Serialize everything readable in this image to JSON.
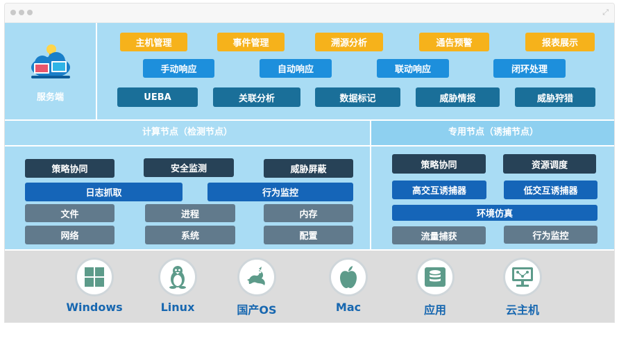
{
  "server": {
    "label": "服务端",
    "row1": [
      "主机管理",
      "事件管理",
      "溯源分析",
      "通告预警",
      "报表展示"
    ],
    "row2": [
      "手动响应",
      "自动响应",
      "联动响应",
      "闭环处理"
    ],
    "row3": [
      "UEBA",
      "关联分析",
      "数据标记",
      "威胁情报",
      "威胁狩猎"
    ]
  },
  "compute_node": {
    "title": "计算节点（检测节点）",
    "row1": [
      "策略协同",
      "安全监测",
      "威胁屏蔽"
    ],
    "row2": [
      "日志抓取",
      "行为监控"
    ],
    "row3": [
      "文件",
      "进程",
      "内存"
    ],
    "row4": [
      "网络",
      "系统",
      "配置"
    ]
  },
  "special_node": {
    "title": "专用节点（诱捕节点）",
    "row1": [
      "策略协同",
      "资源调度"
    ],
    "row2": [
      "高交互诱捕器",
      "低交互诱捕器"
    ],
    "row3": [
      "环境仿真"
    ],
    "row4": [
      "流量捕获",
      "行为监控"
    ]
  },
  "platforms": [
    {
      "label": "Windows",
      "icon": "windows-icon"
    },
    {
      "label": "Linux",
      "icon": "linux-penguin-icon"
    },
    {
      "label": "国产OS",
      "icon": "dragon-icon"
    },
    {
      "label": "Mac",
      "icon": "apple-icon"
    },
    {
      "label": "应用",
      "icon": "database-icon"
    },
    {
      "label": "云主机",
      "icon": "monitor-network-icon"
    }
  ],
  "colors": {
    "orange": "#f6b21b",
    "light_blue": "#1d8fdc",
    "teal": "#1a6f99",
    "navy": "#274257",
    "dark_blue": "#1565b8",
    "gray": "#617a8c",
    "panel": "#a9dcf4",
    "label_blue": "#1767b0"
  }
}
